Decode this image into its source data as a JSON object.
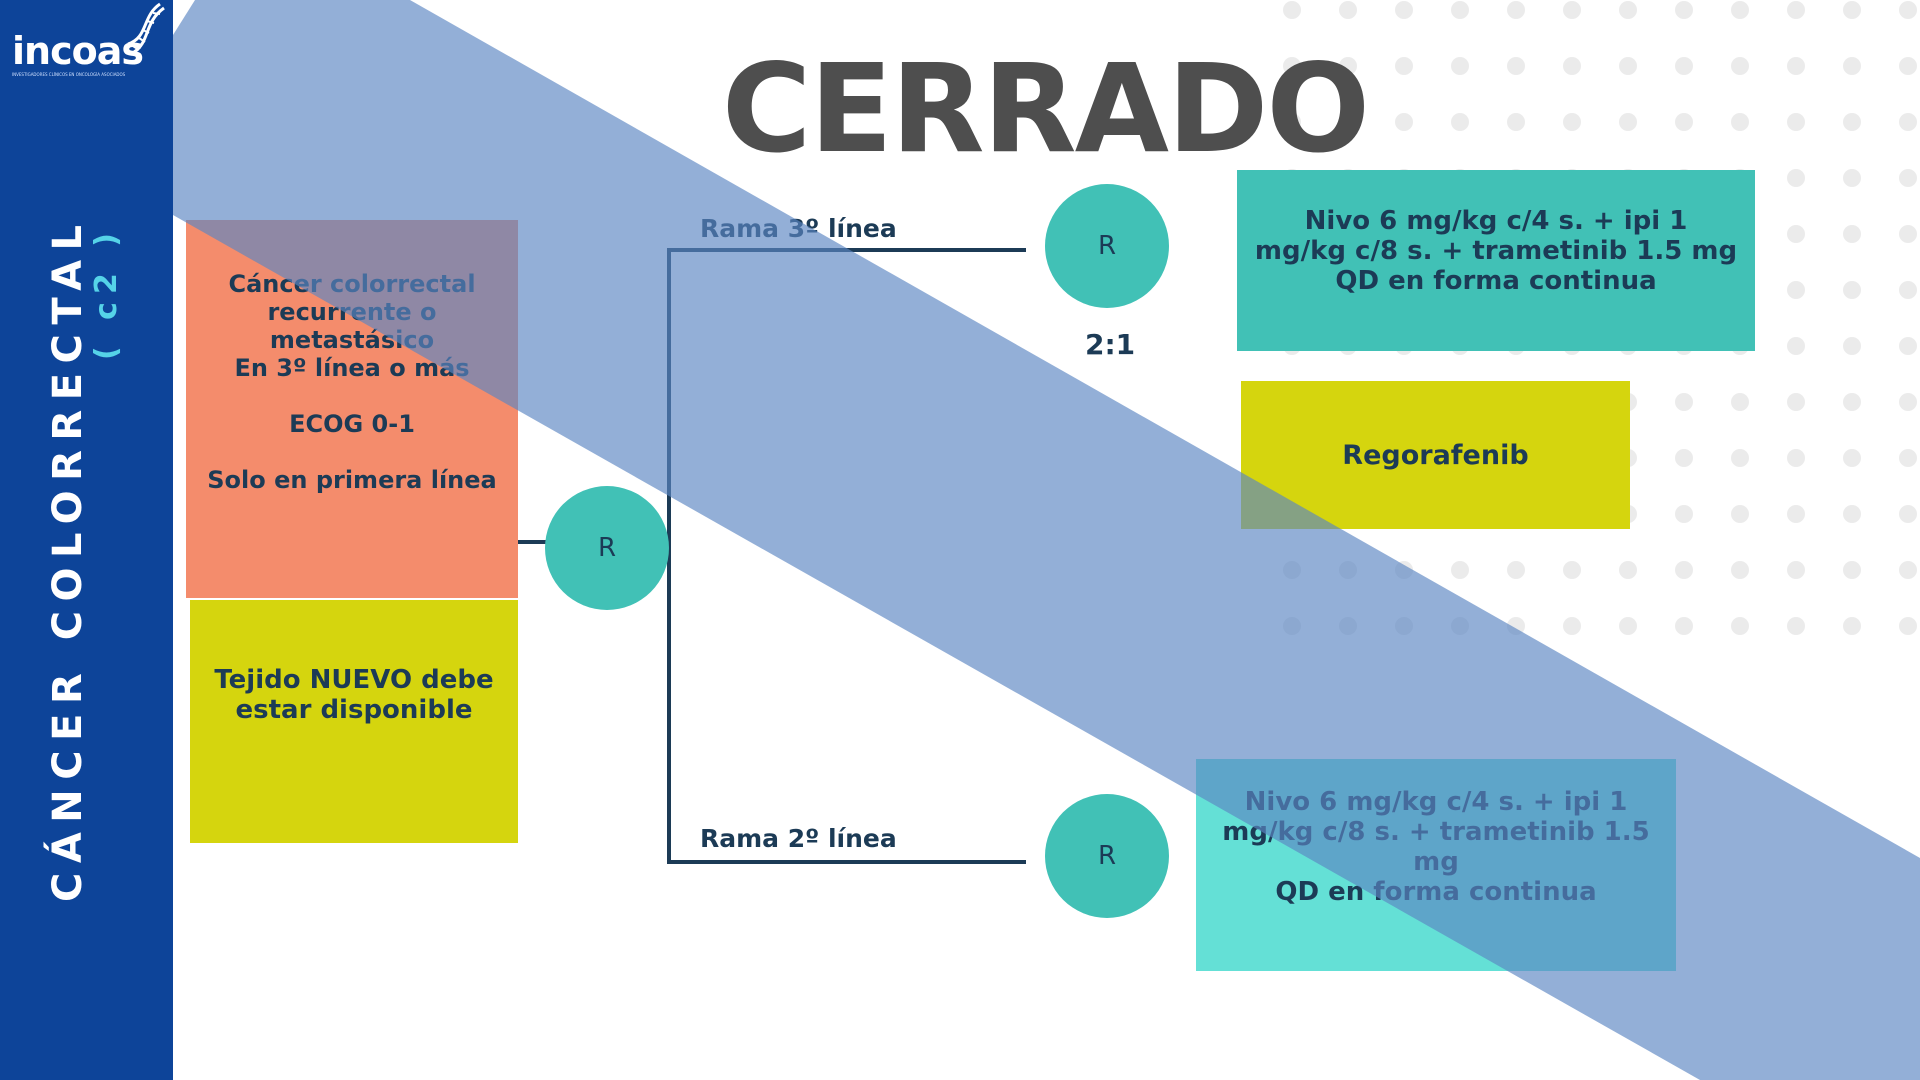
{
  "sidebar": {
    "logo_text": "incoas",
    "logo_subtitle": "INVESTIGADORES CLÍNICOS EN ONCOLOGÍA ASOCIADOS",
    "vertical_title": "CÁNCER COLORRECTAL",
    "vertical_subtitle": "( c2 )"
  },
  "title": "CERRADO",
  "criteria": {
    "line1": "Cáncer colorrectal",
    "line2": "recurrente o",
    "line3": "metastásico",
    "line4": "En 3º línea o más",
    "line5": "ECOG 0-1",
    "line6": "Solo en primera línea"
  },
  "tissue": {
    "line1": "Tejido NUEVO debe",
    "line2": "estar disponible"
  },
  "randomization": {
    "main": "R",
    "arm3": "R",
    "arm2": "R",
    "ratio": "2:1"
  },
  "arms": {
    "rama3_label": "Rama 3º línea",
    "rama2_label": "Rama 2º línea",
    "arm1": {
      "line1": "Nivo 6 mg/kg c/4 s. + ipi 1",
      "line2": "mg/kg c/8 s. + trametinib 1.5 mg",
      "line3": "QD en forma continua"
    },
    "regorafenib": "Regorafenib",
    "arm2": {
      "line1": "Nivo 6 mg/kg c/4 s. + ipi 1",
      "line2": "mg/kg c/8 s. + trametinib 1.5",
      "line3": "mg",
      "line4": "QD en forma continua"
    }
  },
  "colors": {
    "sidebar": "#0d4499",
    "teal": "#41c1b6",
    "salmon": "#f48c6c",
    "yellow": "#d5d50e",
    "band": "#5b85c2",
    "title": "#4e4e4e"
  }
}
